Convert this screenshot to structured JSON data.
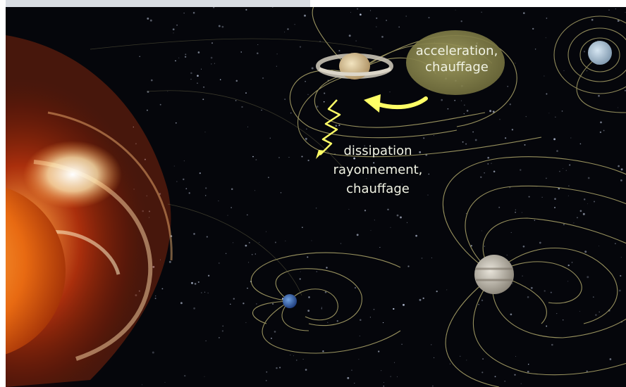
{
  "labels": {
    "acceleration_line1": "acceleration,",
    "acceleration_line2": "chauffage",
    "dissipation_line1": "dissipation",
    "dissipation_line2": "rayonnement,",
    "dissipation_line3": "chauffage"
  },
  "colors": {
    "space": "#05060b",
    "sun_core": "#f07a1a",
    "corona": "#ff9a3c",
    "field_lines": "#c9c07a",
    "arrow": "#ffff66",
    "bubble": "#8d8a52"
  }
}
